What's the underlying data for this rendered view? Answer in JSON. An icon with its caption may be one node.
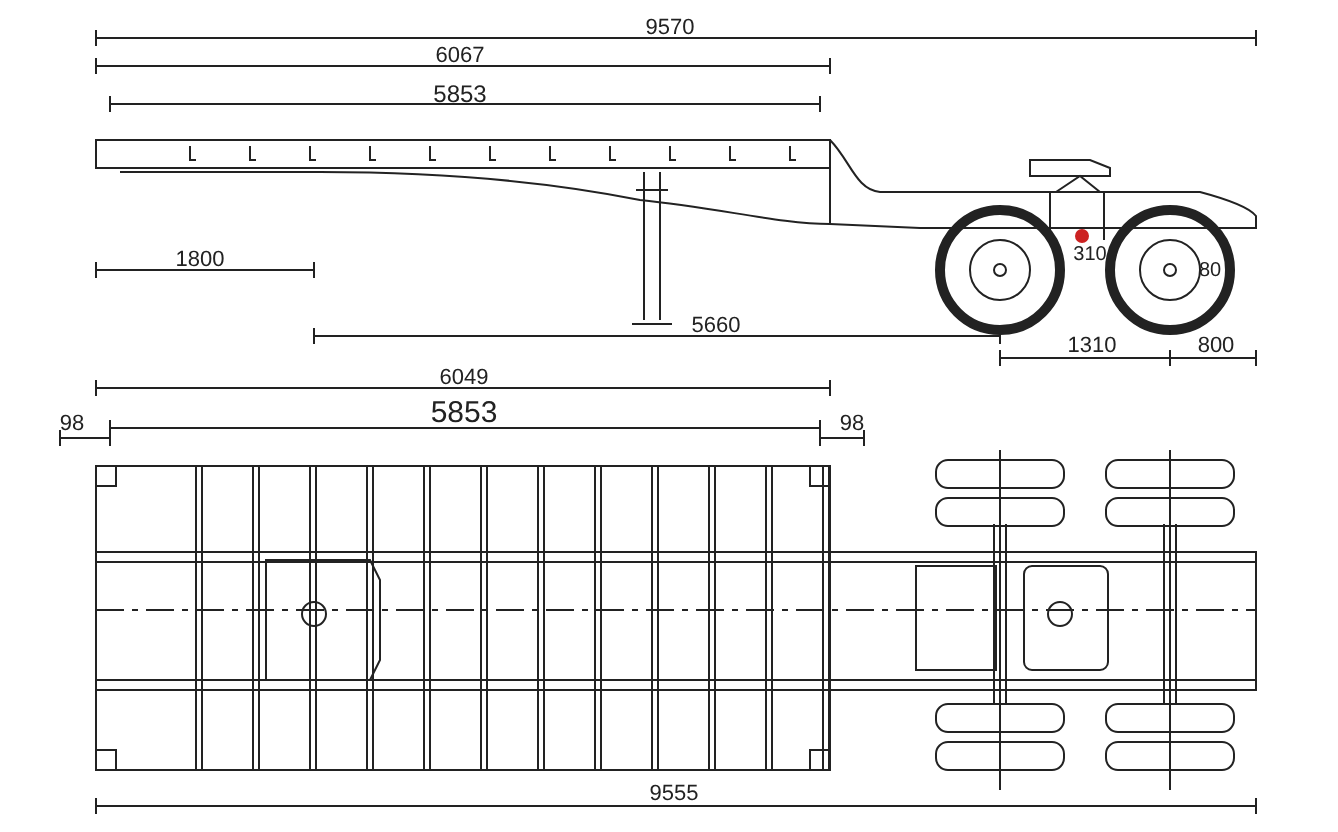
{
  "diagram": {
    "labels": [
      "9570",
      "6067",
      "5853",
      "1800",
      "310",
      "80",
      "5660",
      "1310",
      "800",
      "6049",
      "98",
      "5853",
      "98",
      "9555"
    ]
  }
}
